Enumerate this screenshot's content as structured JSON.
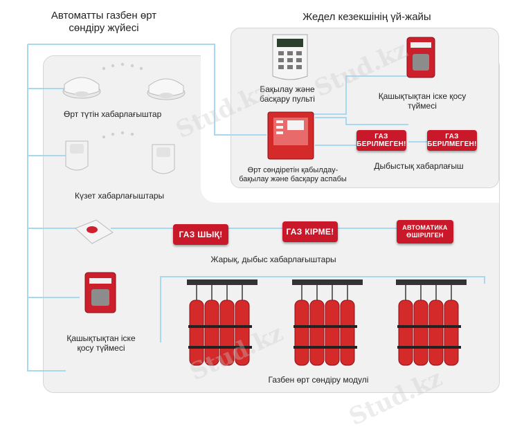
{
  "titles": {
    "system": "Автоматты газбен өрт сөндіру жүйесі",
    "duty_room": "Жедел кезекшінің үй-жайы"
  },
  "labels": {
    "smoke_detectors": "Өрт түтін хабарлағыштар",
    "security_detectors": "Күзет хабарлағыштары",
    "remote_button_left": "Қашықтықтан іске қосу түймесі",
    "control_panel": "Бақылау және басқару пульті",
    "remote_button_right": "Қашықтықтан іске қосу түймесі",
    "fire_device": "Өрт сөндіретін қабылдау-бақылау және басқару аспабы",
    "sound_alarm": "Дыбыстық хабарлағыш",
    "light_sound_alarms": "Жарық, дыбыс хабарлағыштары",
    "gas_module": "Газбен өрт сөндіру модулі"
  },
  "signs": {
    "gas_not_given_1": "ГАЗ БЕРІЛМЕГЕН!",
    "gas_not_given_2": "ГАЗ БЕРІЛМЕГЕН!",
    "gas_exit": "ГАЗ ШЫҚ!",
    "gas_enter": "ГАЗ КІРМЕ!",
    "automatic_off": "АВТОМАТИКА ӨШІРІЛГЕН"
  },
  "watermark": "Stud.kz",
  "colors": {
    "wire": "#a8d8f0",
    "sign_red": "#c8182a",
    "cylinder_red": "#d42a2a",
    "panel_bg": "#f1f1f1"
  }
}
